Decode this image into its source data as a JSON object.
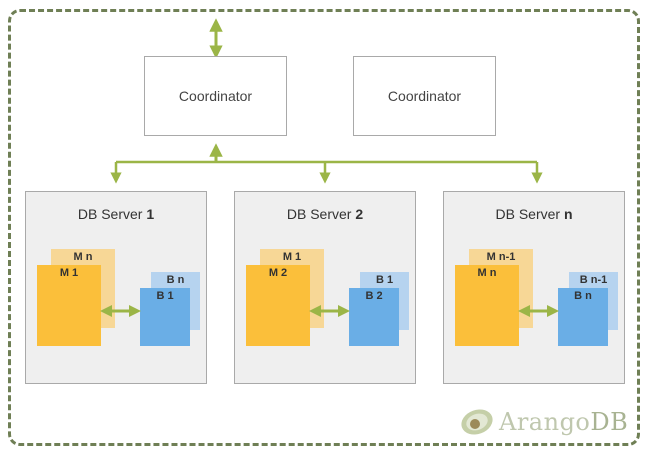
{
  "coordinators": [
    {
      "label": "Coordinator"
    },
    {
      "label": "Coordinator"
    }
  ],
  "servers": [
    {
      "title": "DB Server ",
      "num": "1",
      "m_back": "M n",
      "m_front": "M 1",
      "b_back": "B n",
      "b_front": "B 1"
    },
    {
      "title": "DB Server ",
      "num": "2",
      "m_back": "M 1",
      "m_front": "M 2",
      "b_back": "B 1",
      "b_front": "B 2"
    },
    {
      "title": "DB Server ",
      "num": "n",
      "m_back": "M n-1",
      "m_front": "M n",
      "b_back": "B n-1",
      "b_front": "B n"
    }
  ],
  "logo": {
    "text_main": "Arango",
    "text_db": "DB"
  },
  "colors": {
    "arrow": "#9bb547",
    "frame": "#6f7f55",
    "master_front": "#fbbf3a",
    "master_back": "#f7d796",
    "backup_front": "#6aaee6",
    "backup_back": "#b6d3ef"
  }
}
